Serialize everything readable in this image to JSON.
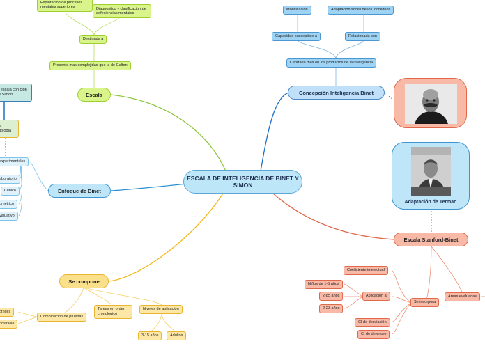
{
  "center": "ESCALA DE INTELIGENCIA DE BINET Y SIMON",
  "escala": {
    "label": "Escala",
    "presenta": "Presenta mas complejidad que la de Galton",
    "destinada": "Destinada a",
    "exploracion": "Exploración de procesos mentales superiores",
    "diagnostico": "Diagnostico y clasificacion de defeciencias mentales"
  },
  "concepcion": {
    "label": "Concepción Inteligencia Binet",
    "centrada": "Centrada mas en los productos de la inteligencia",
    "capacidad": "Capacidad susceptible a",
    "relacionada": "Relacionada con",
    "modificacion": "Modificación",
    "adaptacion": "Adaptación social de los individuos"
  },
  "terman": {
    "caption": "Adaptación de Terman"
  },
  "stanford": {
    "label": "Escala Stanford-Binet",
    "se_incorpora": "Se incorpora",
    "areas": "Áreas evaluadas",
    "coeficiente": "Coeficiente intelectual",
    "aplicacion": "Aplicación a",
    "ninos": "Niños de 1-5 años",
    "a2_85": "2-85 años",
    "a2_23": "2-23 años",
    "ci_desviacion": "CI de desviación",
    "ci_deterioro": "CI de deterioro"
  },
  "enfoque": {
    "label": "Enfoque de Binet",
    "experimentales": "experimentales",
    "laboratorio": "aboratorio",
    "clinico": "Clínico",
    "metrico": "ométrico",
    "evaluativo": "valuativo",
    "cut_escala": "la escala con ción de Simón",
    "cut_esta": "sta odología"
  },
  "compone": {
    "label": "Se compone",
    "combinacion": "Combinación de pruebas",
    "tareas": "Tareas en orden cronologico",
    "niveles": "Niveles de aplicación",
    "edad": "3-15 años",
    "adultos": "Adultos",
    "motrices": "otrices",
    "cognitivas": "nositivas"
  },
  "colors": {
    "green": "#9ecf2f",
    "blue": "#1f6fc4",
    "orange": "#f2b71b",
    "salmon": "#e0694b",
    "center_fill": "#bde6f8"
  }
}
